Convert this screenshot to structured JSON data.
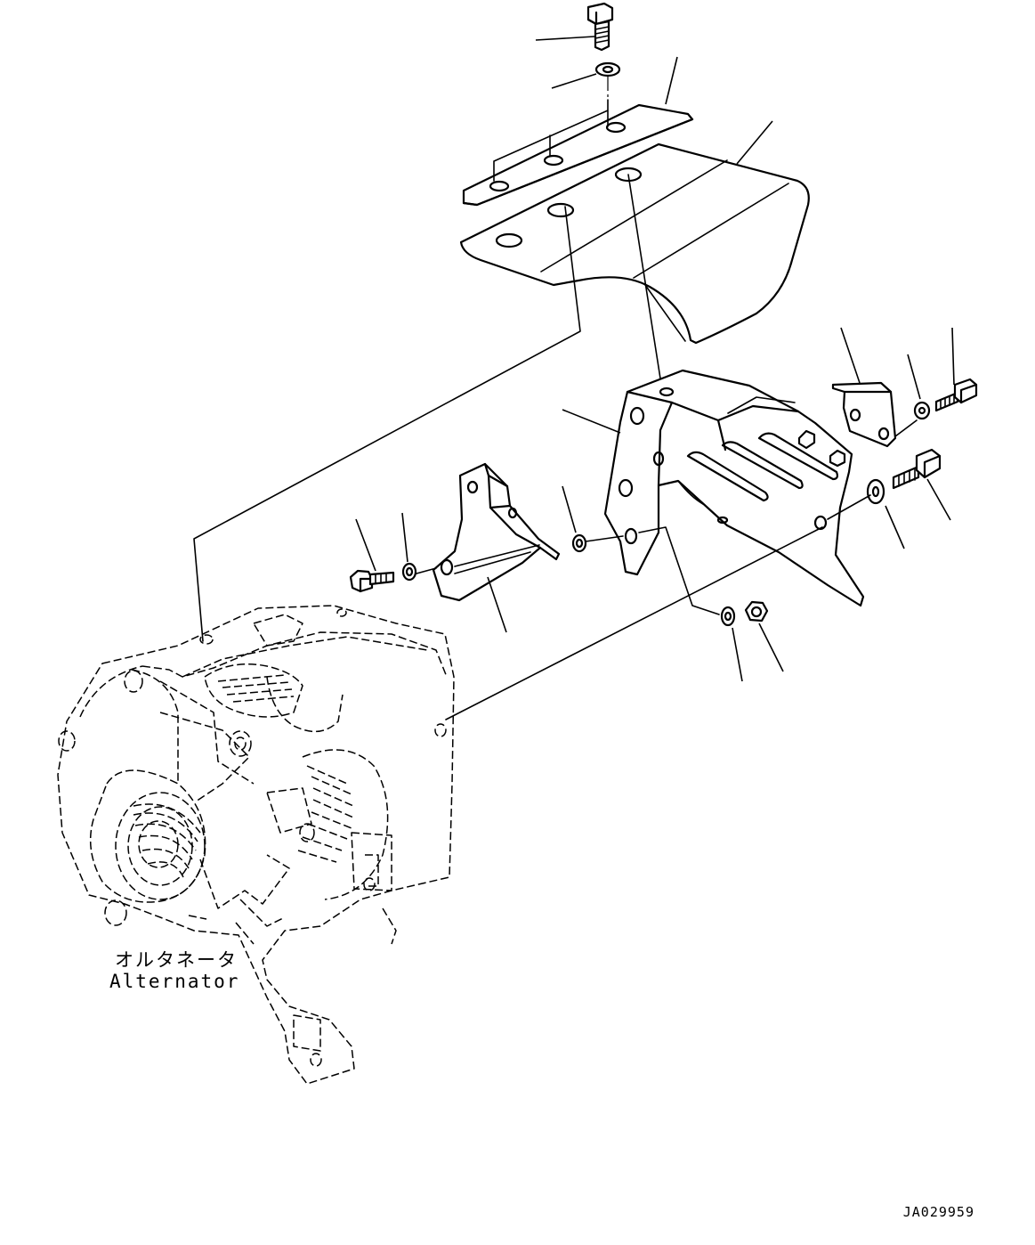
{
  "diagram": {
    "component_label_jp": "オルタネータ",
    "component_label_en": "Alternator",
    "drawing_code": "JA029959"
  }
}
